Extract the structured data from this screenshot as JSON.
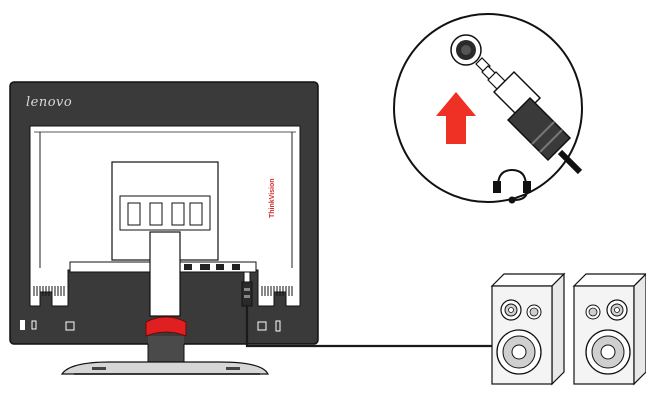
{
  "monitor": {
    "brand": "lenovo",
    "side_label": "ThinkVision"
  },
  "colors": {
    "monitor_body": "#3a3a3a",
    "monitor_back": "#ffffff",
    "accent_red": "#e02020",
    "arrow_red": "#ee3124",
    "line": "#1a1a1a",
    "speaker_face": "#f4f4f4"
  },
  "icons": {
    "audio_jack": "audio-jack-port",
    "plug": "audio-plug",
    "headset": "headset-icon",
    "arrow": "insert-arrow",
    "speakers": "stereo-speakers"
  }
}
